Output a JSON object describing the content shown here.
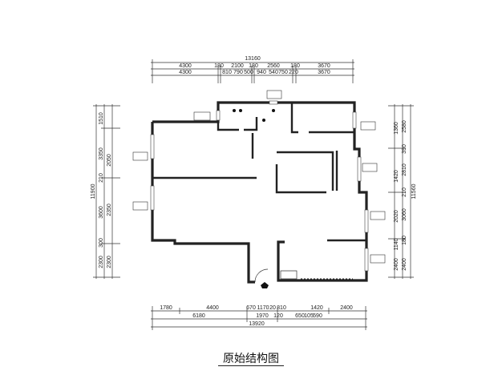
{
  "title": "原始结构图",
  "top_dims": {
    "total": "13160",
    "row1": [
      "4300",
      "180",
      "2100",
      "180",
      "2560",
      "180",
      "3670"
    ],
    "row2": [
      "4300",
      "810",
      "790",
      "500",
      "940",
      "540",
      "750",
      "220",
      "3670"
    ]
  },
  "bottom_dims": {
    "row1": [
      "1780",
      "4400",
      "670",
      "1170",
      "20",
      "810",
      "1420",
      "2400"
    ],
    "row2": [
      "6180",
      "1970",
      "120",
      "650",
      "105",
      "590"
    ],
    "total": "13920"
  },
  "left_dims": {
    "total": "11900",
    "row1": [
      "2300",
      "300",
      "3600",
      "210",
      "3350",
      "1510"
    ],
    "row2": [
      "2300",
      "2350",
      "2050"
    ]
  },
  "right_dims": {
    "total": "11560",
    "row1": [
      "2400",
      "1140",
      "2020",
      "1420",
      "1360"
    ],
    "row2": [
      "2400",
      "180",
      "3060",
      "210",
      "2810",
      "390",
      "2580"
    ]
  }
}
